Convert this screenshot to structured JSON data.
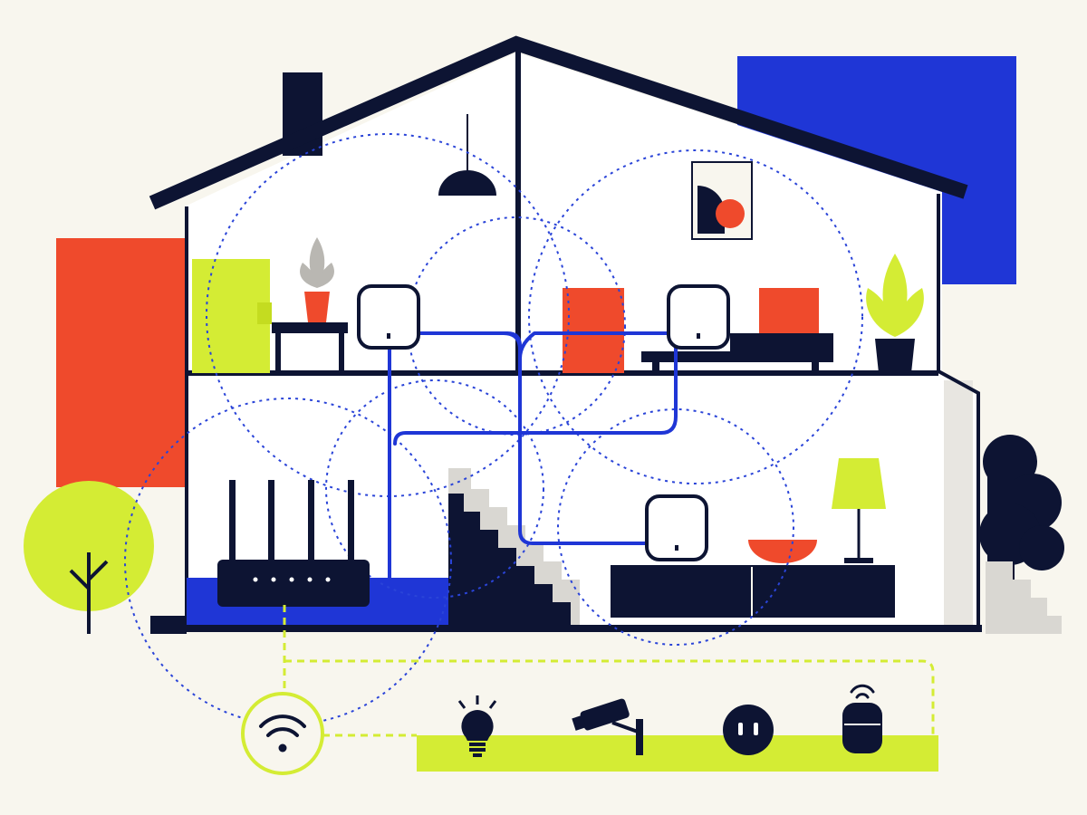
{
  "palette": {
    "background": "#f8f6ee",
    "navy": "#0d1433",
    "blue": "#1f36d6",
    "signal_blue": "#2a44d8",
    "red_orange": "#ef4a2c",
    "lime": "#d4ec34",
    "white": "#ffffff",
    "light_gray": "#d9d7d2"
  },
  "house": {
    "upstairs": {
      "items": [
        "pendant-lamp",
        "abstract-art-frame",
        "potted-plant-small",
        "potted-plant-large",
        "sofa",
        "bookshelf",
        "side-table"
      ]
    },
    "downstairs": {
      "items": [
        "staircase",
        "tv-console",
        "table-lamp",
        "fruit-bowl"
      ]
    }
  },
  "network": {
    "main_router": {
      "icon": "router-icon",
      "antennas": 4,
      "status_lights": 5
    },
    "mesh_nodes": [
      {
        "id": "node-upstairs-left",
        "icon": "mesh-node-icon"
      },
      {
        "id": "node-upstairs-right",
        "icon": "mesh-node-icon"
      },
      {
        "id": "node-downstairs",
        "icon": "mesh-node-icon"
      }
    ]
  },
  "smart_home": {
    "hub_icon": "wifi-icon",
    "devices": [
      {
        "id": "bulb",
        "icon": "smart-bulb-icon"
      },
      {
        "id": "camera",
        "icon": "security-camera-icon"
      },
      {
        "id": "plug",
        "icon": "smart-plug-icon"
      },
      {
        "id": "speaker",
        "icon": "smart-speaker-icon"
      }
    ]
  }
}
